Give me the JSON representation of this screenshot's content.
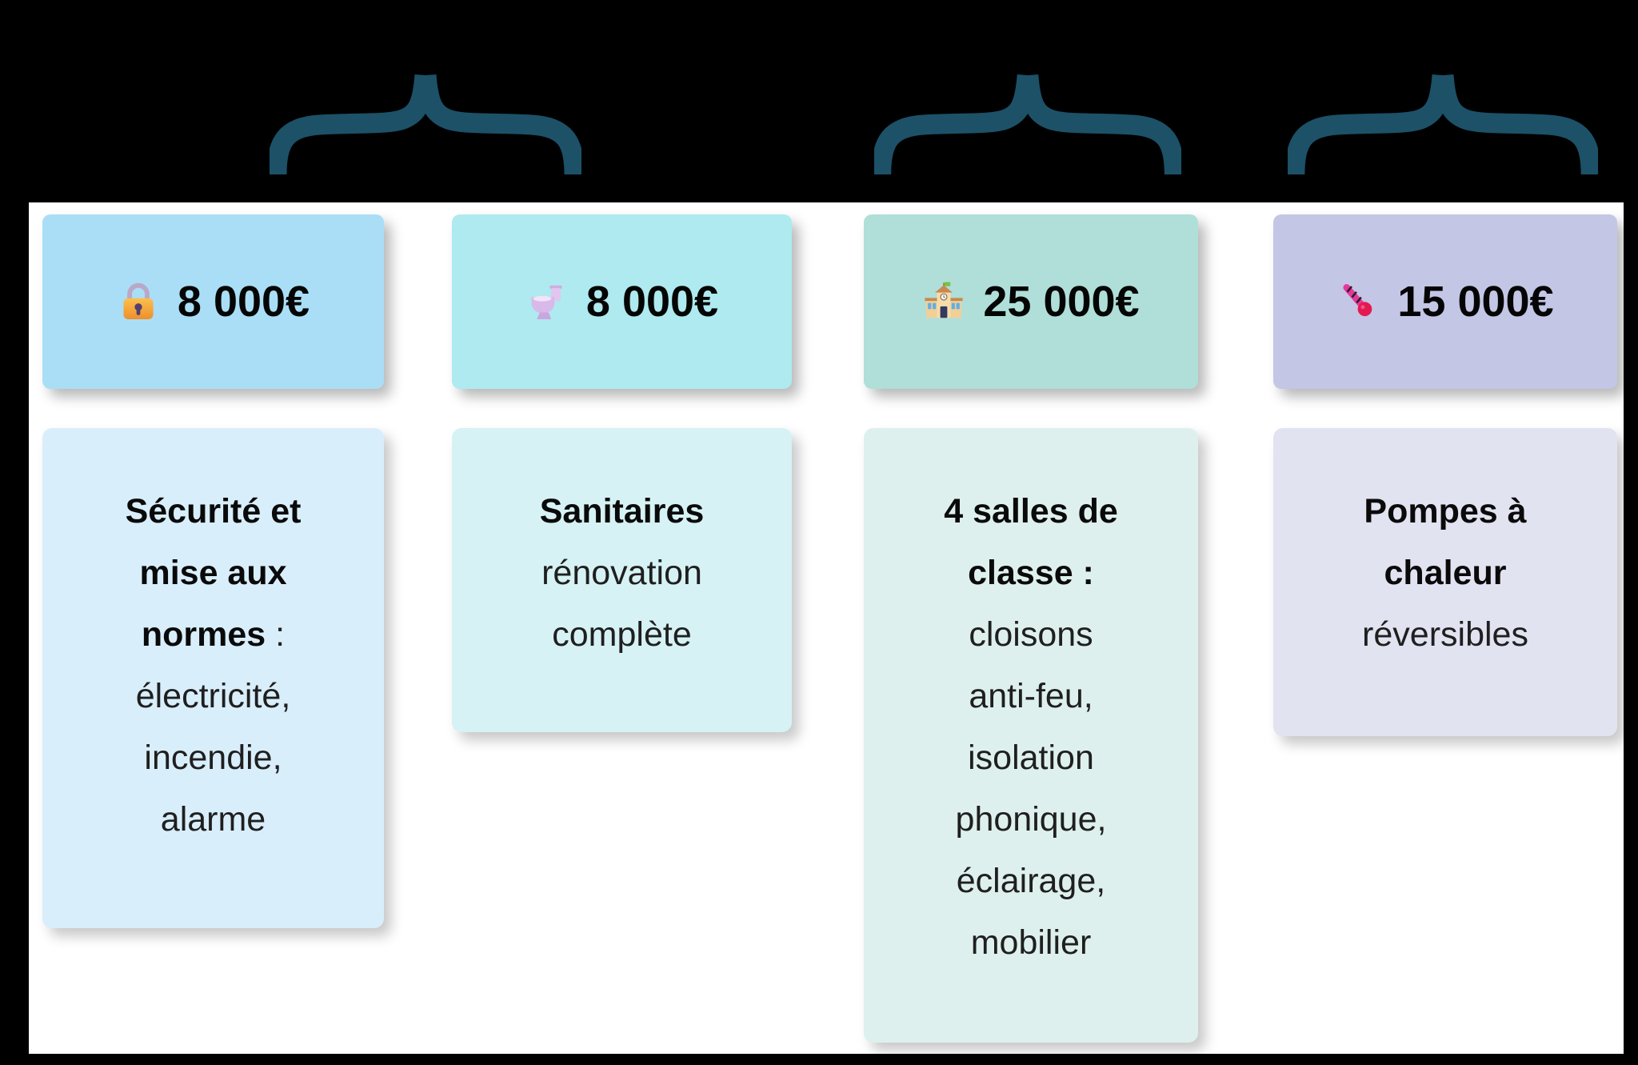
{
  "slide": {
    "background_color": "#000000",
    "panel_color": "#ffffff"
  },
  "brace": {
    "color": "#1c5168",
    "count": 3,
    "note-icon": "curly-brace"
  },
  "columns": [
    {
      "id": "securite",
      "header": {
        "icon": "lock-icon",
        "amount": "8 000€",
        "bg": "#aadef6"
      },
      "body": {
        "bg": "#d9eefb",
        "lines": [
          {
            "text": "Sécurité et",
            "bold": true
          },
          {
            "text": "mise aux",
            "bold": true
          },
          {
            "text": "normes",
            "bold": true,
            "tail": " :"
          },
          {
            "text": "électricité,"
          },
          {
            "text": "incendie,"
          },
          {
            "text": "alarme"
          }
        ]
      }
    },
    {
      "id": "sanitaires",
      "header": {
        "icon": "toilet-icon",
        "amount": "8 000€",
        "bg": "#aeeaef"
      },
      "body": {
        "bg": "#d6f2f4",
        "lines": [
          {
            "text": "Sanitaires",
            "bold": true
          },
          {
            "text": "rénovation"
          },
          {
            "text": "complète"
          }
        ]
      }
    },
    {
      "id": "salles-de-classe",
      "header": {
        "icon": "school-icon",
        "amount": "25 000€",
        "bg": "#afdfd8"
      },
      "body": {
        "bg": "#def0ee",
        "lines": [
          {
            "text": "4 salles de",
            "bold": true
          },
          {
            "text": "classe :",
            "bold": true
          },
          {
            "text": "cloisons"
          },
          {
            "text": "anti-feu,"
          },
          {
            "text": "isolation"
          },
          {
            "text": "phonique,"
          },
          {
            "text": "éclairage,"
          },
          {
            "text": "mobilier"
          }
        ]
      }
    },
    {
      "id": "pompes-a-chaleur",
      "header": {
        "icon": "thermometer-icon",
        "amount": "15 000€",
        "bg": "#c3c6e4"
      },
      "body": {
        "bg": "#e1e3f1",
        "lines": [
          {
            "text": "Pompes à",
            "bold": true
          },
          {
            "text": "chaleur",
            "bold": true
          },
          {
            "text": "réversibles"
          }
        ]
      }
    }
  ]
}
